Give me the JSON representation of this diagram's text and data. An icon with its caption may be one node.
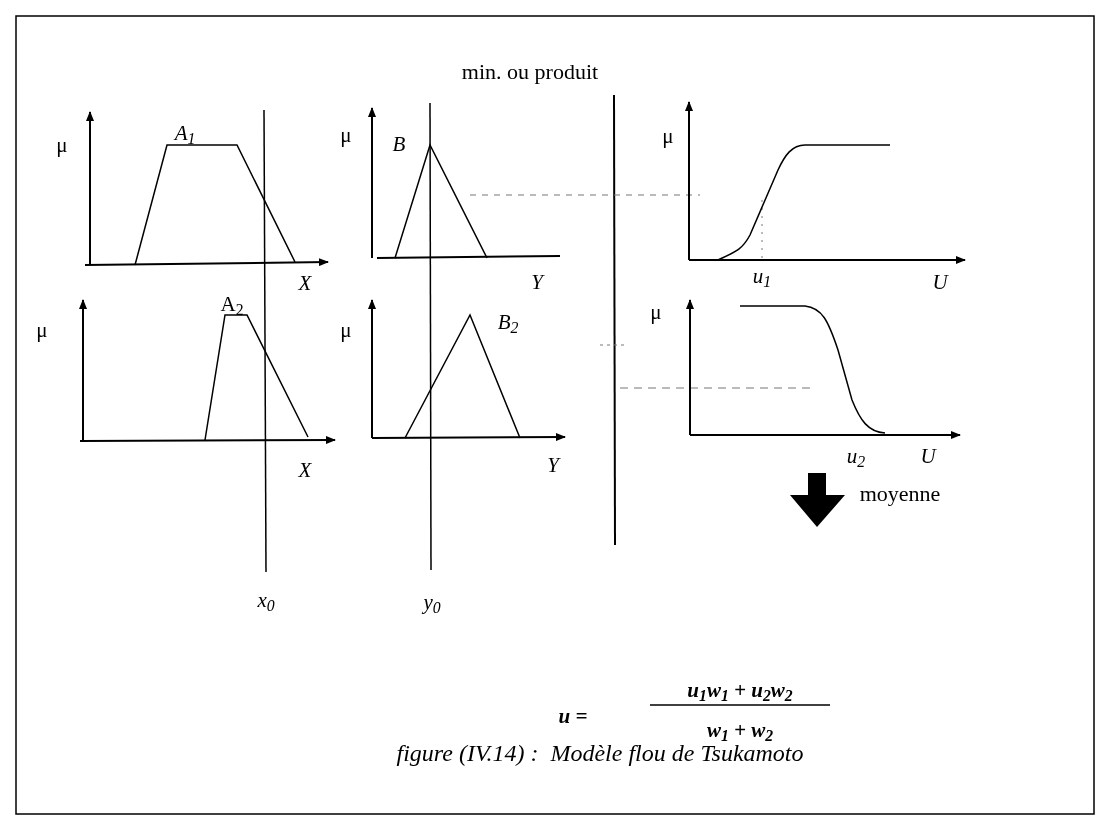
{
  "diagram": {
    "caption": "figure (IV.14) :  Modèle flou de Tsukamoto",
    "labels": [
      "min. ou produit",
      "μ",
      "A$_{1}$",
      "X",
      "μ",
      "B",
      "Y",
      "μ",
      "u$_{1}$",
      "U",
      "μ",
      "A$_{2}$",
      "X",
      "μ",
      "B$_{2}$",
      "Y",
      "μ",
      "u$_{2}$",
      "U",
      "x$_{0}$",
      "y$_{0}$",
      "moyenne",
      "u =",
      "u$_{1}$w$_{1}$ + u$_{2}$w$_{2}$",
      "w$_{1}$ + w$_{2}$"
    ]
  }
}
